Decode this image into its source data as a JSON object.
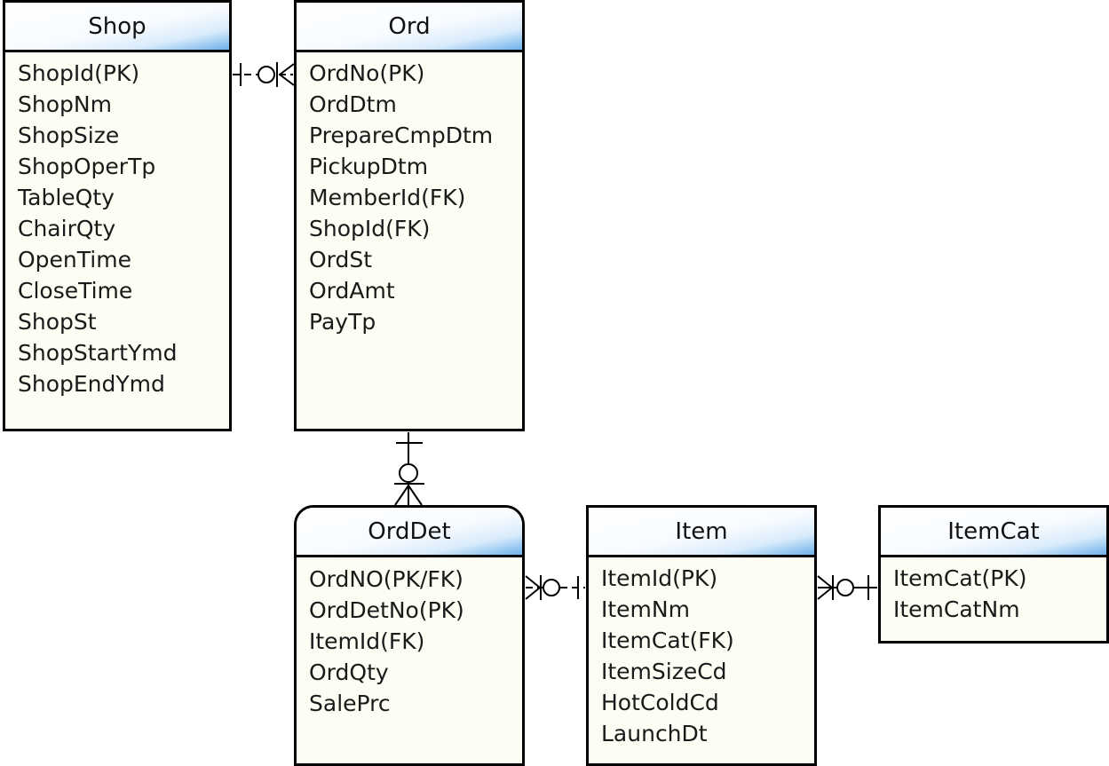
{
  "entities": {
    "shop": {
      "name": "Shop",
      "attributes": [
        "ShopId(PK)",
        "ShopNm",
        "ShopSize",
        "ShopOperTp",
        "TableQty",
        "ChairQty",
        "OpenTime",
        "CloseTime",
        "ShopSt",
        "ShopStartYmd",
        "ShopEndYmd"
      ]
    },
    "ord": {
      "name": "Ord",
      "attributes": [
        "OrdNo(PK)",
        "OrdDtm",
        "PrepareCmpDtm",
        "PickupDtm",
        "MemberId(FK)",
        "ShopId(FK)",
        "OrdSt",
        "OrdAmt",
        "PayTp"
      ]
    },
    "orddet": {
      "name": "OrdDet",
      "attributes": [
        "OrdNO(PK/FK)",
        "OrdDetNo(PK)",
        "ItemId(FK)",
        "OrdQty",
        "SalePrc"
      ]
    },
    "item": {
      "name": "Item",
      "attributes": [
        "ItemId(PK)",
        "ItemNm",
        "ItemCat(FK)",
        "ItemSizeCd",
        "HotColdCd",
        "LaunchDt"
      ]
    },
    "itemcat": {
      "name": "ItemCat",
      "attributes": [
        "ItemCat(PK)",
        "ItemCatNm"
      ]
    }
  },
  "relationships": [
    {
      "from": "Shop",
      "to": "Ord",
      "from_cardinality": "exactly one",
      "to_cardinality": "zero or many",
      "identifying": false
    },
    {
      "from": "Ord",
      "to": "OrdDet",
      "from_cardinality": "exactly one",
      "to_cardinality": "zero or many",
      "identifying": true
    },
    {
      "from": "Item",
      "to": "OrdDet",
      "from_cardinality": "exactly one",
      "to_cardinality": "zero or many",
      "identifying": false
    },
    {
      "from": "ItemCat",
      "to": "Item",
      "from_cardinality": "exactly one",
      "to_cardinality": "zero or many",
      "identifying": true
    }
  ]
}
